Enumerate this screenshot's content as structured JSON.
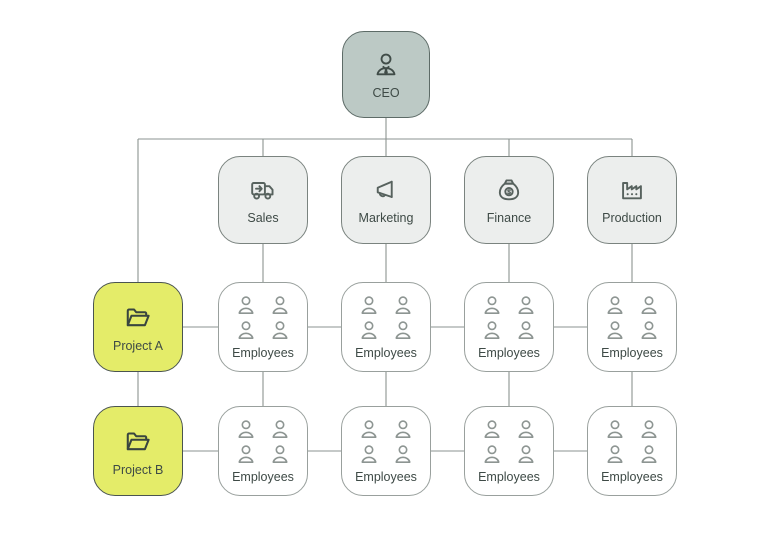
{
  "diagram": {
    "type": "matrix-org-chart",
    "ceo": {
      "label": "CEO",
      "icon": "person-tie-icon"
    },
    "departments": [
      {
        "label": "Sales",
        "icon": "delivery-truck-icon"
      },
      {
        "label": "Marketing",
        "icon": "megaphone-icon"
      },
      {
        "label": "Finance",
        "icon": "money-bag-dollar-icon"
      },
      {
        "label": "Production",
        "icon": "factory-icon"
      }
    ],
    "projects": [
      {
        "label": "Project A",
        "icon": "open-folder-icon"
      },
      {
        "label": "Project B",
        "icon": "open-folder-icon"
      }
    ],
    "employees_grid": {
      "rows": 2,
      "cols": 4,
      "label": "Employees",
      "icon": "people-group-icon"
    },
    "colors": {
      "ceo_fill": "#bcc9c5",
      "ceo_border": "#5d6b67",
      "department_fill": "#eceeed",
      "department_border": "#7a837f",
      "employee_fill": "#ffffff",
      "employee_border": "#99a09d",
      "project_fill": "#e4ec69",
      "project_border": "#4a5450",
      "line": "#8b9390",
      "text": "#3e4a46",
      "background": "#ffffff"
    }
  }
}
